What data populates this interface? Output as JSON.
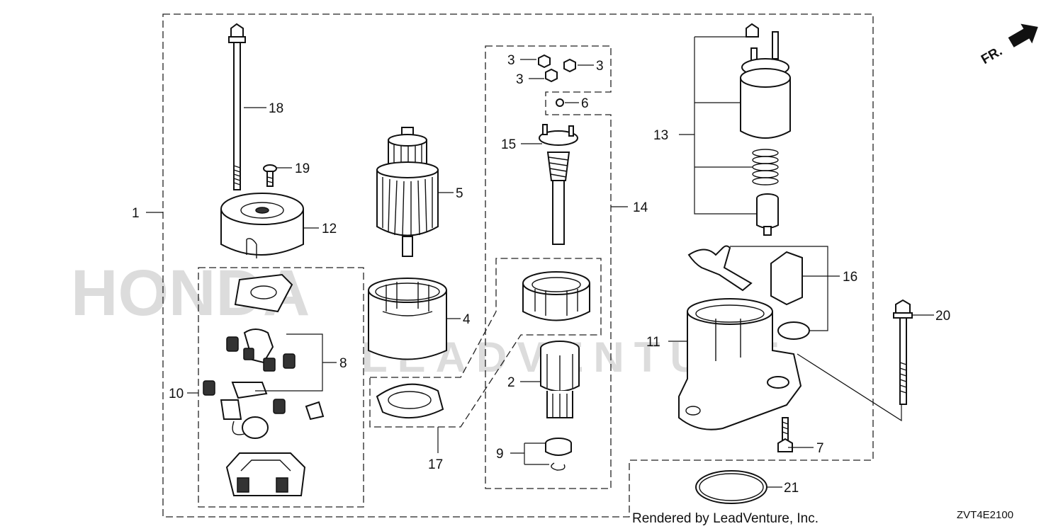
{
  "diagram": {
    "part_labels": {
      "p1": "1",
      "p2": "2",
      "p3a": "3",
      "p3b": "3",
      "p3c": "3",
      "p4": "4",
      "p5": "5",
      "p6": "6",
      "p7": "7",
      "p8": "8",
      "p9": "9",
      "p10": "10",
      "p11": "11",
      "p12": "12",
      "p13": "13",
      "p14": "14",
      "p15": "15",
      "p16": "16",
      "p17": "17",
      "p18": "18",
      "p19": "19",
      "p20": "20",
      "p21": "21"
    },
    "orientation_label": "FR.",
    "watermark_brand": "HONDA",
    "watermark_sub": "LEADVENTURE",
    "footer_text": "Rendered by LeadVenture, Inc.",
    "diagram_code": "ZVT4E2100"
  }
}
